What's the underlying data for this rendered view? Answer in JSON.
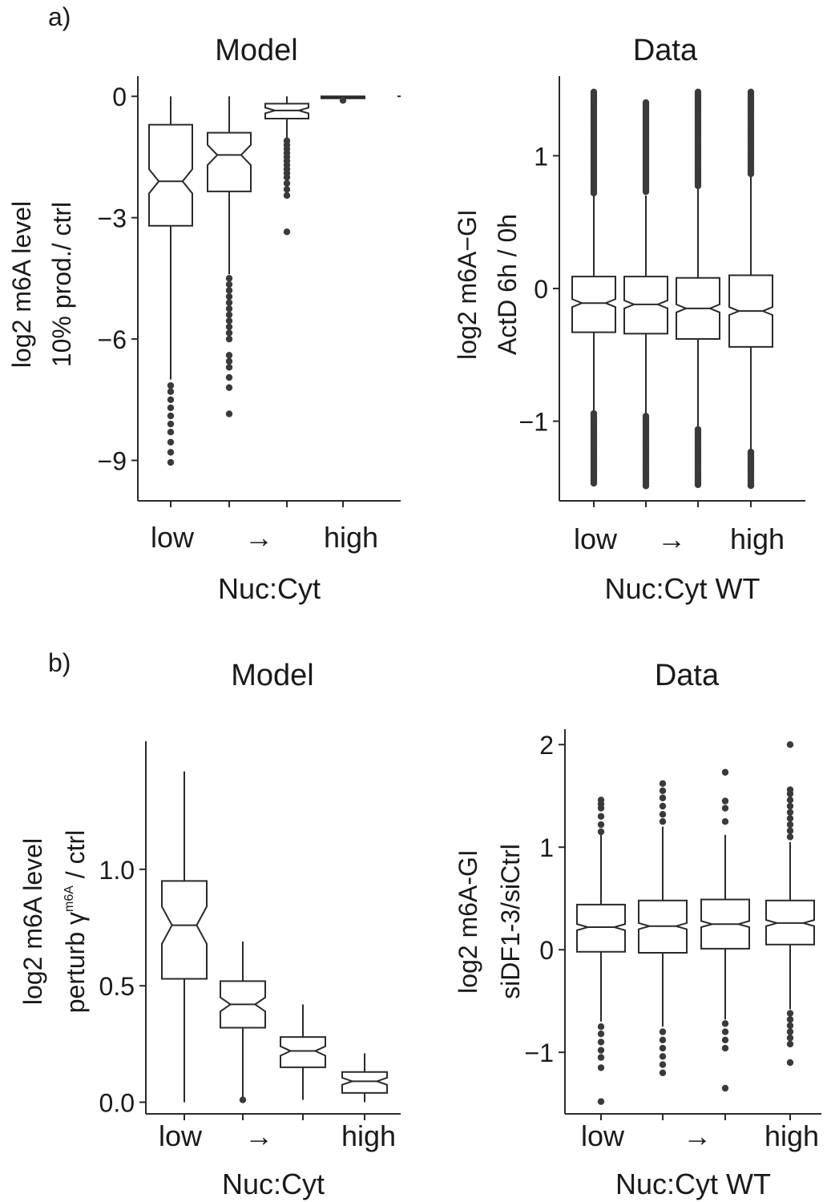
{
  "panel_labels": [
    "a)",
    "b)"
  ],
  "chart_data": [
    {
      "id": "a-model",
      "type": "box",
      "title": "Model",
      "ylabel_lines": [
        "log2 m6A level",
        "10% prod./ ctrl"
      ],
      "xlabel": "Nuc:Cyt",
      "x_tick_labels": {
        "left": "low",
        "arrow": "→",
        "right": "high"
      },
      "ylim": [
        -10,
        0.5
      ],
      "yticks": [
        0,
        -3,
        -6,
        -9
      ],
      "ytick_labels": [
        "0",
        "−3",
        "−6",
        "−9"
      ],
      "notched": true,
      "series": [
        {
          "q1": -3.2,
          "median": -2.1,
          "q3": -0.7,
          "whislo": -7.0,
          "whishi": 0.0,
          "notch_lo": -2.4,
          "notch_hi": -1.8,
          "outliers": [
            -7.15,
            -7.3,
            -7.5,
            -7.7,
            -7.9,
            -8.1,
            -8.3,
            -8.55,
            -8.8,
            -9.05
          ]
        },
        {
          "q1": -2.35,
          "median": -1.45,
          "q3": -0.9,
          "whislo": -4.4,
          "whishi": 0.0,
          "notch_lo": -1.7,
          "notch_hi": -1.2,
          "outliers": [
            -4.5,
            -4.65,
            -4.8,
            -4.95,
            -5.1,
            -5.25,
            -5.4,
            -5.55,
            -5.7,
            -5.85,
            -6.0,
            -6.4,
            -6.55,
            -6.7,
            -6.95,
            -7.2,
            -7.85
          ]
        },
        {
          "q1": -0.55,
          "median": -0.35,
          "q3": -0.18,
          "whislo": -1.05,
          "whishi": 0.0,
          "notch_lo": -0.42,
          "notch_hi": -0.28,
          "outliers": [
            -1.1,
            -1.2,
            -1.3,
            -1.4,
            -1.5,
            -1.6,
            -1.7,
            -1.8,
            -1.9,
            -2.0,
            -2.15,
            -2.3,
            -2.45,
            -3.35
          ]
        },
        {
          "q1": -0.05,
          "median": -0.02,
          "q3": 0.0,
          "whislo": -0.05,
          "whishi": 0.0,
          "notch_lo": -0.03,
          "notch_hi": -0.01,
          "outliers": [
            -0.1
          ]
        }
      ]
    },
    {
      "id": "a-data",
      "type": "box",
      "title": "Data",
      "ylabel_lines": [
        "log2 m6A−GI",
        "ActD 6h / 0h"
      ],
      "xlabel": "Nuc:Cyt WT",
      "x_tick_labels": {
        "left": "low",
        "arrow": "→",
        "right": "high"
      },
      "ylim": [
        -1.6,
        1.6
      ],
      "yticks": [
        1,
        0,
        -1
      ],
      "ytick_labels": [
        "1",
        "0",
        "−1"
      ],
      "notched": true,
      "series": [
        {
          "q1": -0.33,
          "median": -0.11,
          "q3": 0.09,
          "whislo": -0.93,
          "whishi": 0.7,
          "notch_lo": -0.14,
          "notch_hi": -0.08,
          "out_lo": -1.48,
          "out_hi": 1.48
        },
        {
          "q1": -0.34,
          "median": -0.12,
          "q3": 0.09,
          "whislo": -0.95,
          "whishi": 0.7,
          "notch_lo": -0.15,
          "notch_hi": -0.09,
          "out_lo": -1.5,
          "out_hi": 1.4
        },
        {
          "q1": -0.38,
          "median": -0.15,
          "q3": 0.08,
          "whislo": -1.05,
          "whishi": 0.75,
          "notch_lo": -0.18,
          "notch_hi": -0.12,
          "out_lo": -1.48,
          "out_hi": 1.48
        },
        {
          "q1": -0.44,
          "median": -0.17,
          "q3": 0.1,
          "whislo": -1.22,
          "whishi": 0.85,
          "notch_lo": -0.2,
          "notch_hi": -0.14,
          "out_lo": -1.5,
          "out_hi": 1.48
        }
      ]
    },
    {
      "id": "b-model",
      "type": "box",
      "title": "Model",
      "ylabel_lines": [
        "log2 m6A level",
        "perturb γ"
      ],
      "ylabel_sup": "m6A",
      "ylabel_tail": "/ ctrl",
      "xlabel": "Nuc:Cyt",
      "x_tick_labels": {
        "left": "low",
        "arrow": "→",
        "right": "high"
      },
      "ylim": [
        -0.05,
        1.55
      ],
      "yticks": [
        1.0,
        0.5,
        0.0
      ],
      "ytick_labels": [
        "1.0",
        "0.5",
        "0.0"
      ],
      "notched": true,
      "series": [
        {
          "q1": 0.53,
          "median": 0.76,
          "q3": 0.95,
          "whislo": 0.0,
          "whishi": 1.42,
          "notch_lo": 0.68,
          "notch_hi": 0.84,
          "outliers": []
        },
        {
          "q1": 0.32,
          "median": 0.42,
          "q3": 0.52,
          "whislo": 0.02,
          "whishi": 0.69,
          "notch_lo": 0.39,
          "notch_hi": 0.45,
          "outliers": [
            0.01
          ]
        },
        {
          "q1": 0.15,
          "median": 0.22,
          "q3": 0.28,
          "whislo": 0.01,
          "whishi": 0.42,
          "notch_lo": 0.2,
          "notch_hi": 0.24,
          "outliers": []
        },
        {
          "q1": 0.04,
          "median": 0.09,
          "q3": 0.13,
          "whislo": 0.0,
          "whishi": 0.21,
          "notch_lo": 0.075,
          "notch_hi": 0.105,
          "outliers": []
        }
      ]
    },
    {
      "id": "b-data",
      "type": "box",
      "title": "Data",
      "ylabel_lines": [
        "log2 m6A-GI",
        "siDF1-3/siCtrl"
      ],
      "xlabel": "Nuc:Cyt WT",
      "x_tick_labels": {
        "left": "low",
        "arrow": "→",
        "right": "high"
      },
      "ylim": [
        -1.6,
        2.15
      ],
      "yticks": [
        2,
        1,
        0,
        -1
      ],
      "ytick_labels": [
        "2",
        "1",
        "0",
        "−1"
      ],
      "notched": true,
      "series": [
        {
          "q1": -0.02,
          "median": 0.22,
          "q3": 0.44,
          "whislo": -0.7,
          "whishi": 1.12,
          "notch_lo": 0.19,
          "notch_hi": 0.25,
          "outliers": [
            -0.75,
            -0.82,
            -0.9,
            -0.98,
            -1.05,
            -1.15,
            -1.48,
            1.15,
            1.22,
            1.3,
            1.38,
            1.42,
            1.46
          ]
        },
        {
          "q1": -0.03,
          "median": 0.23,
          "q3": 0.48,
          "whislo": -0.75,
          "whishi": 1.2,
          "notch_lo": 0.2,
          "notch_hi": 0.26,
          "outliers": [
            -0.8,
            -0.88,
            -0.96,
            -1.04,
            -1.12,
            -1.2,
            1.25,
            1.32,
            1.4,
            1.48,
            1.55,
            1.62
          ]
        },
        {
          "q1": 0.01,
          "median": 0.25,
          "q3": 0.49,
          "whislo": -0.68,
          "whishi": 1.12,
          "notch_lo": 0.22,
          "notch_hi": 0.28,
          "outliers": [
            -0.72,
            -0.8,
            -0.88,
            -0.96,
            -1.35,
            1.25,
            1.38,
            1.45,
            1.73
          ]
        },
        {
          "q1": 0.05,
          "median": 0.26,
          "q3": 0.48,
          "whislo": -0.58,
          "whishi": 1.05,
          "notch_lo": 0.23,
          "notch_hi": 0.29,
          "outliers": [
            -0.62,
            -0.68,
            -0.74,
            -0.8,
            -0.86,
            -0.92,
            -1.1,
            1.1,
            1.16,
            1.22,
            1.28,
            1.34,
            1.4,
            1.46,
            1.52,
            1.56,
            2.0
          ]
        }
      ]
    }
  ]
}
